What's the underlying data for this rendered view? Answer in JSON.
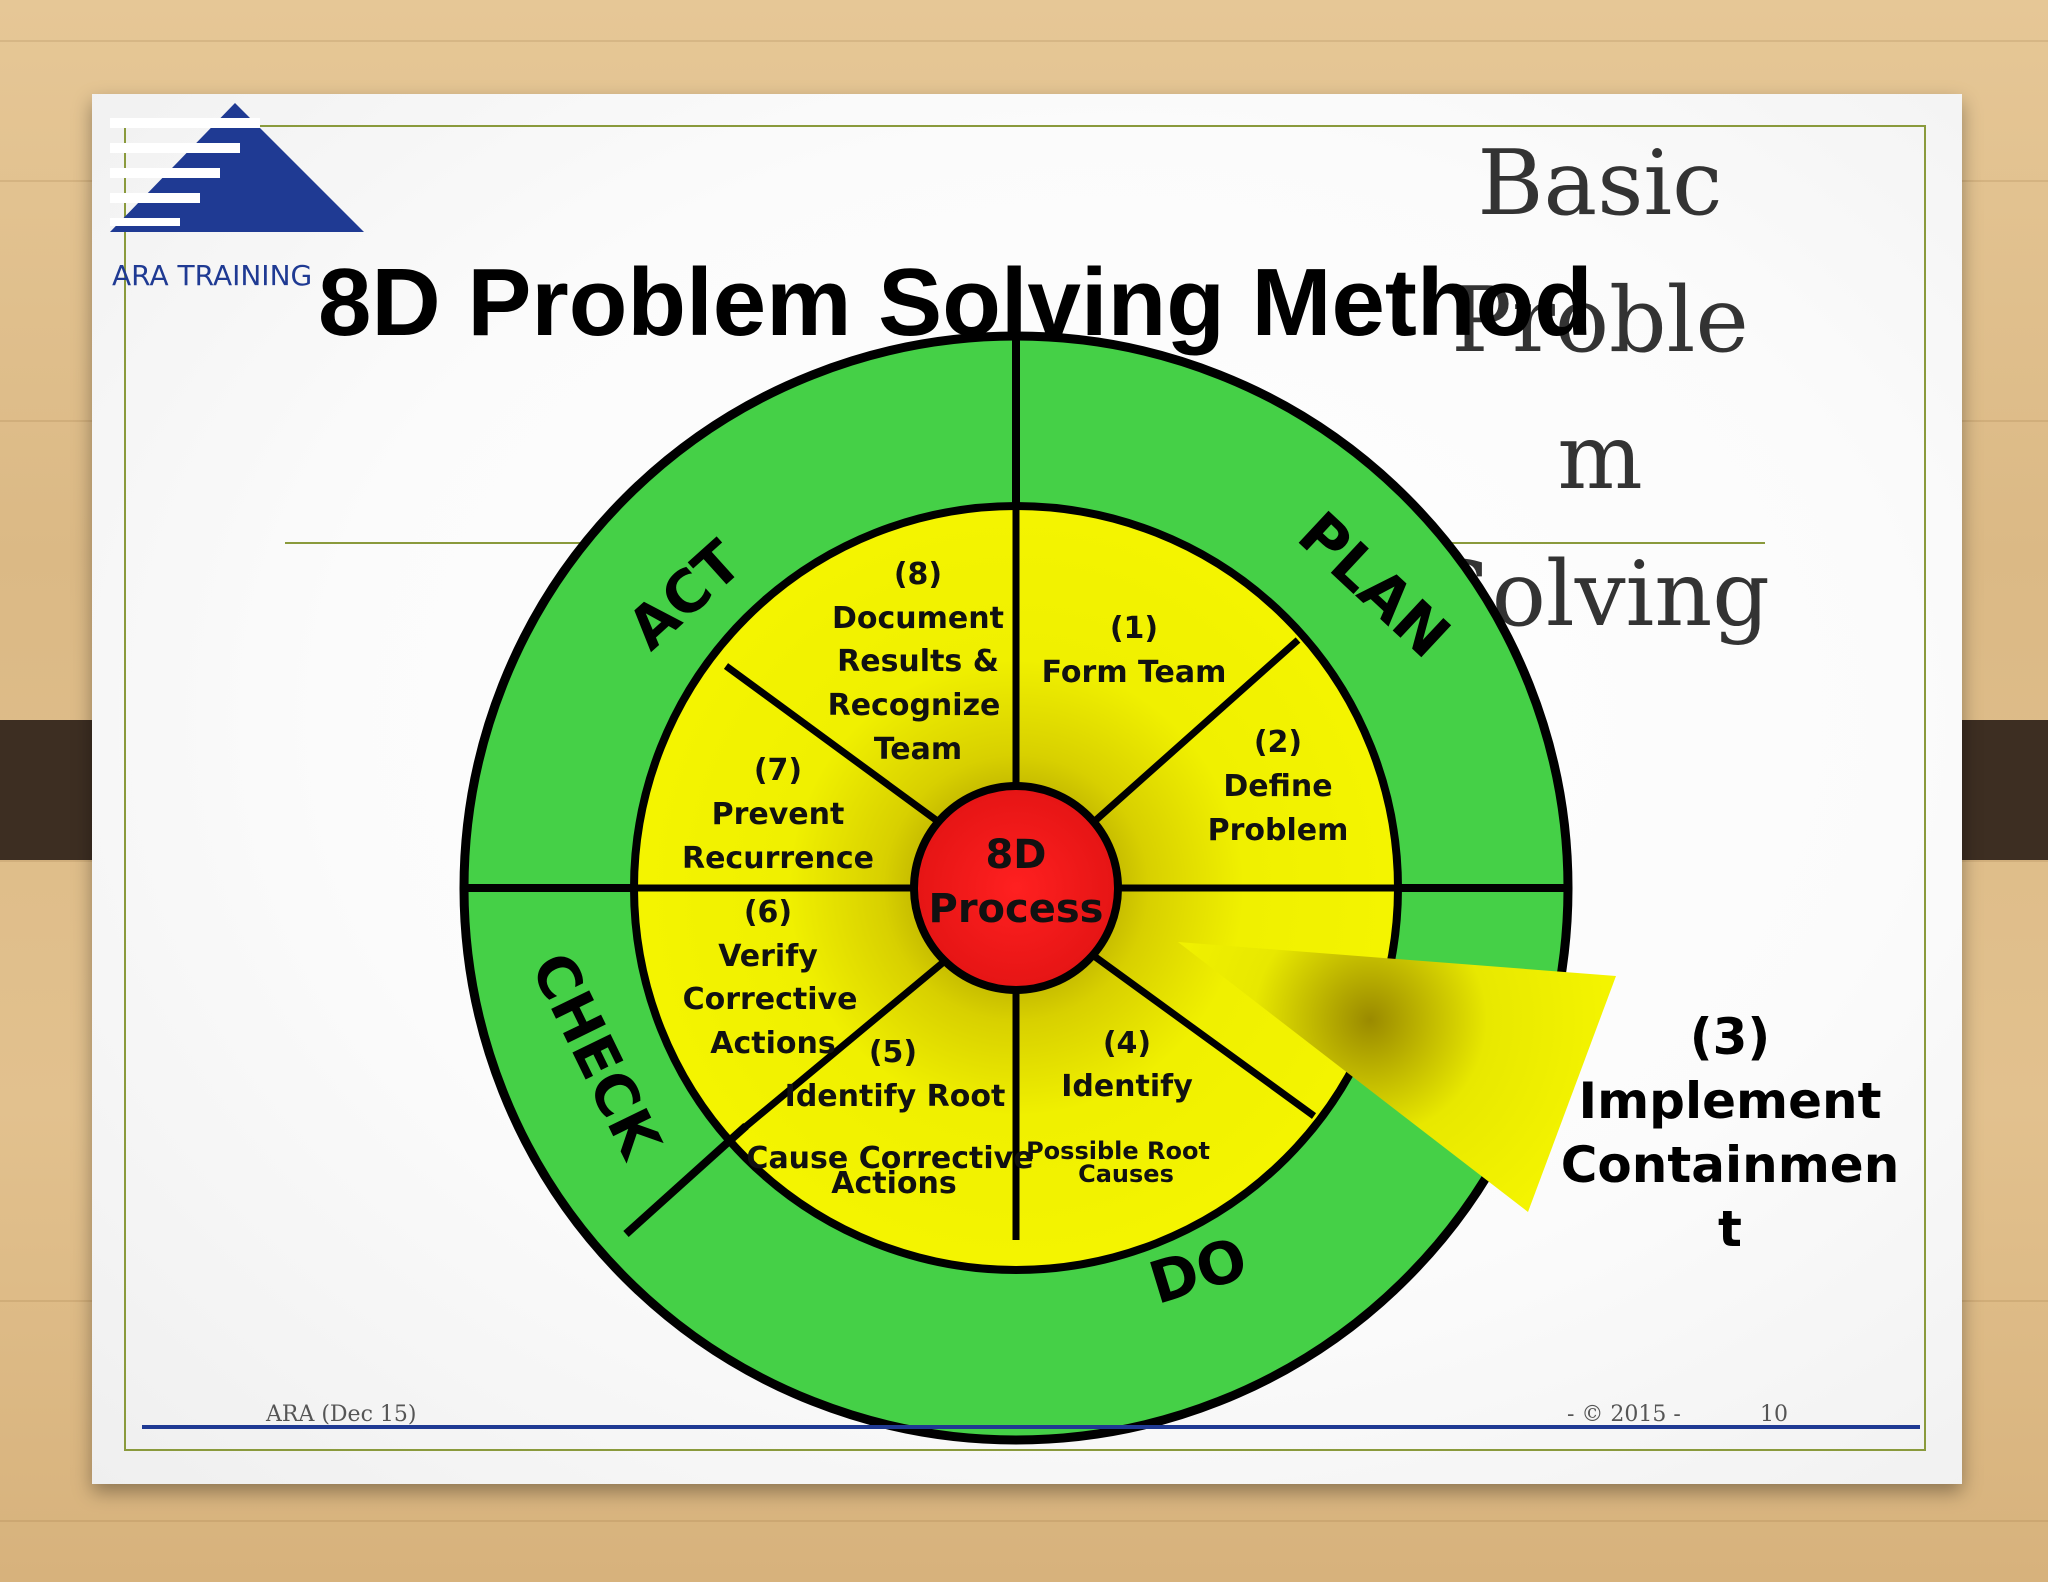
{
  "slide": {
    "title": "8D Problem Solving Method",
    "subtitle": "Basic Proble m Solving",
    "logo_text": "ARA TRAINING",
    "footer_left": "ARA (Dec 15)",
    "footer_right": "- © 2015 -",
    "page_number": "10"
  },
  "diagram": {
    "center": [
      "8D",
      "Process"
    ],
    "phases": [
      "PLAN",
      "DO",
      "CHECK",
      "ACT"
    ],
    "steps": [
      {
        "id": "1",
        "lines": [
          "(1)",
          "Form Team"
        ]
      },
      {
        "id": "2",
        "lines": [
          "(2)",
          "Define",
          "Problem"
        ]
      },
      {
        "id": "4",
        "lines": [
          "(4)",
          "Identify",
          "Possible Root",
          "Causes"
        ]
      },
      {
        "id": "5",
        "lines": [
          "(5)",
          "Identify Root",
          "Cause Corrective",
          "Actions"
        ]
      },
      {
        "id": "6",
        "lines": [
          "(6)",
          "Verify",
          "Corrective",
          "Actions"
        ]
      },
      {
        "id": "7",
        "lines": [
          "(7)",
          "Prevent",
          "Recurrence"
        ]
      },
      {
        "id": "8",
        "lines": [
          "(8)",
          "Document",
          "Results &",
          "Recognize",
          "Team"
        ]
      }
    ],
    "extracted_step": {
      "id": "3",
      "lines": [
        "(3)",
        "Implement",
        "Containmen",
        "t"
      ]
    },
    "colors": {
      "outer": "#45d047",
      "inner": "#f0f000",
      "center": "#ee1c1c",
      "lines": "#000000"
    }
  }
}
